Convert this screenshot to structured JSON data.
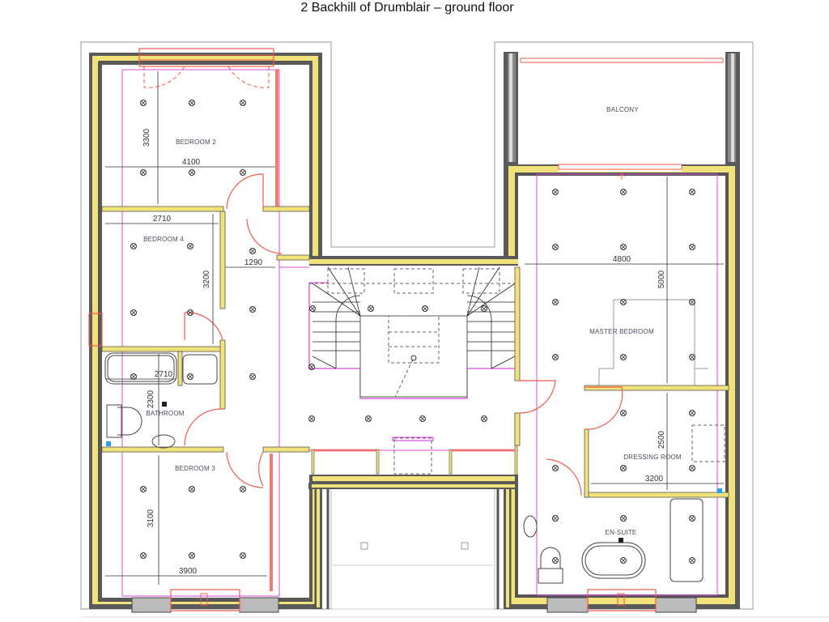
{
  "title": "2 Backhill of Drumblair – ground floor",
  "rooms": {
    "bedroom2": "BEDROOM 2",
    "bedroom4": "BEDROOM 4",
    "bathroom": "BATHROOM",
    "bedroom3": "BEDROOM 3",
    "balcony": "BALCONY",
    "master": "MASTER BEDROOM",
    "dressing": "DRESSING ROOM",
    "ensuite": "EN-SUITE"
  },
  "dimensions": {
    "bedroom2_h": "3300",
    "bedroom2_w": "4100",
    "bedroom4_w": "2710",
    "bedroom4_h": "3200",
    "corridor_w": "1290",
    "bathroom_w": "2710",
    "bathroom_h": "2300",
    "bedroom3_h": "3100",
    "bedroom3_w": "3900",
    "master_w": "4800",
    "master_h": "5000",
    "dressing_h": "2500",
    "dressing_w": "3200"
  },
  "colors": {
    "insulation": "#f2e27a",
    "wall": "#5a5a5a",
    "door_window": "#f05a4a",
    "ceiling_line": "#d84ad8",
    "socket_blue": "#2a9ee8"
  }
}
